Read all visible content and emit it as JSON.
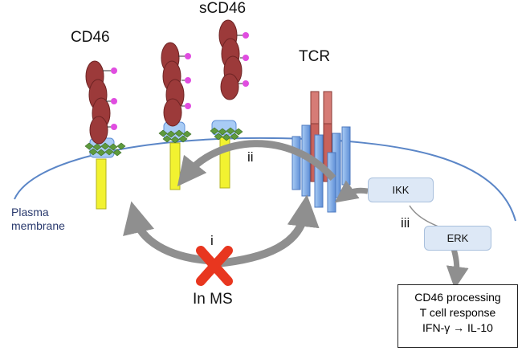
{
  "labels": {
    "cd46": "CD46",
    "scd46": "sCD46",
    "tcr": "TCR",
    "membrane_line1": "Plasma",
    "membrane_line2": "membrane",
    "step_i": "i",
    "step_ii": "ii",
    "step_iii": "iii",
    "in_ms": "In MS"
  },
  "kinases": {
    "ikk": "IKK",
    "erk": "ERK"
  },
  "outcome_box": {
    "line1": "CD46 processing",
    "line2": "T cell response",
    "line3": "IFN-γ → IL-10"
  },
  "colors": {
    "domain_fill": "#9c3a3a",
    "glycan": "#e04de0",
    "membrane": "#5b86c7",
    "anchor": "#f2f230",
    "tcr_red": "#c8625c",
    "tcr_blue": "#7faee8",
    "arrow": "#8f8f8f",
    "cross": "#e8361f",
    "green_diamond": "#5e9a3d"
  }
}
